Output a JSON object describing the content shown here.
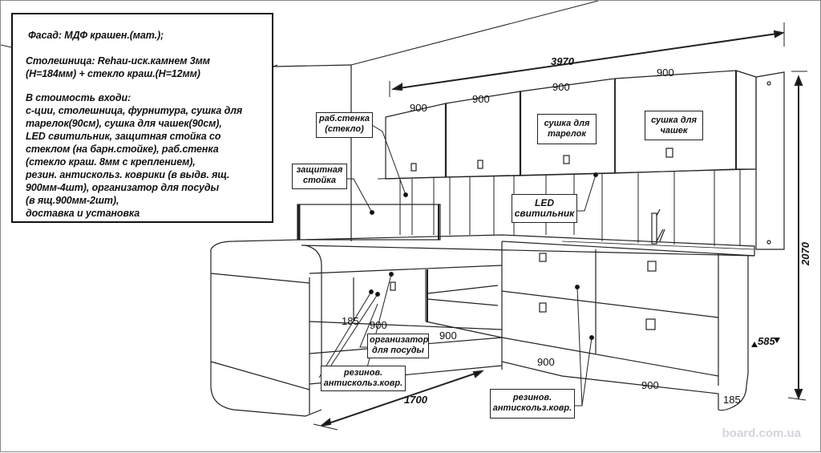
{
  "spec": {
    "lines": [
      "Фасад:  МДФ крашен.(мат.);",
      "",
      "Столешница:  Rehau-иск.камнем 3мм",
      "(Н=184мм) + стекло краш.(Н=12мм)",
      "",
      "В стоимость входи:",
      "с-ции, столешница, фурнитура, сушка для",
      "тарелок(90см), сушка для чашек(90см),",
      "LED свитильник, защитная стойка со",
      "стеклом (на барн.стойке), раб.стенка",
      "(стекло краш. 8мм с креплением),",
      "резин. антискольз. коврики (в выдв. ящ.",
      "900мм-4шт), организатор для посуды",
      "(в ящ.900мм-2шт),",
      "доставка и установка"
    ]
  },
  "callouts": {
    "backsplash": [
      "раб.стенка",
      "(стекло)"
    ],
    "guard": [
      "защитная",
      "стойка"
    ],
    "plate_dryer": [
      "сушка для",
      "тарелок"
    ],
    "cup_dryer": [
      "сушка для",
      "чашек"
    ],
    "led": [
      "LED",
      "свитильник"
    ],
    "organizer": [
      "организатор",
      "для посуды"
    ],
    "mat_left": [
      "резинов.",
      "антискольз.ковр."
    ],
    "mat_right": [
      "резинов.",
      "антискольз.ковр."
    ]
  },
  "dimensions": {
    "total_width": "3970",
    "total_height": "2070",
    "depth": "585",
    "island_length": "1700",
    "upper_1": "900",
    "upper_2": "900",
    "upper_3": "900",
    "upper_4": "900",
    "island_end": "185",
    "island_seg_1": "900",
    "island_seg_2": "900",
    "base_1": "900",
    "base_2": "900",
    "base_end": "185"
  },
  "watermark": "board.com.ua"
}
